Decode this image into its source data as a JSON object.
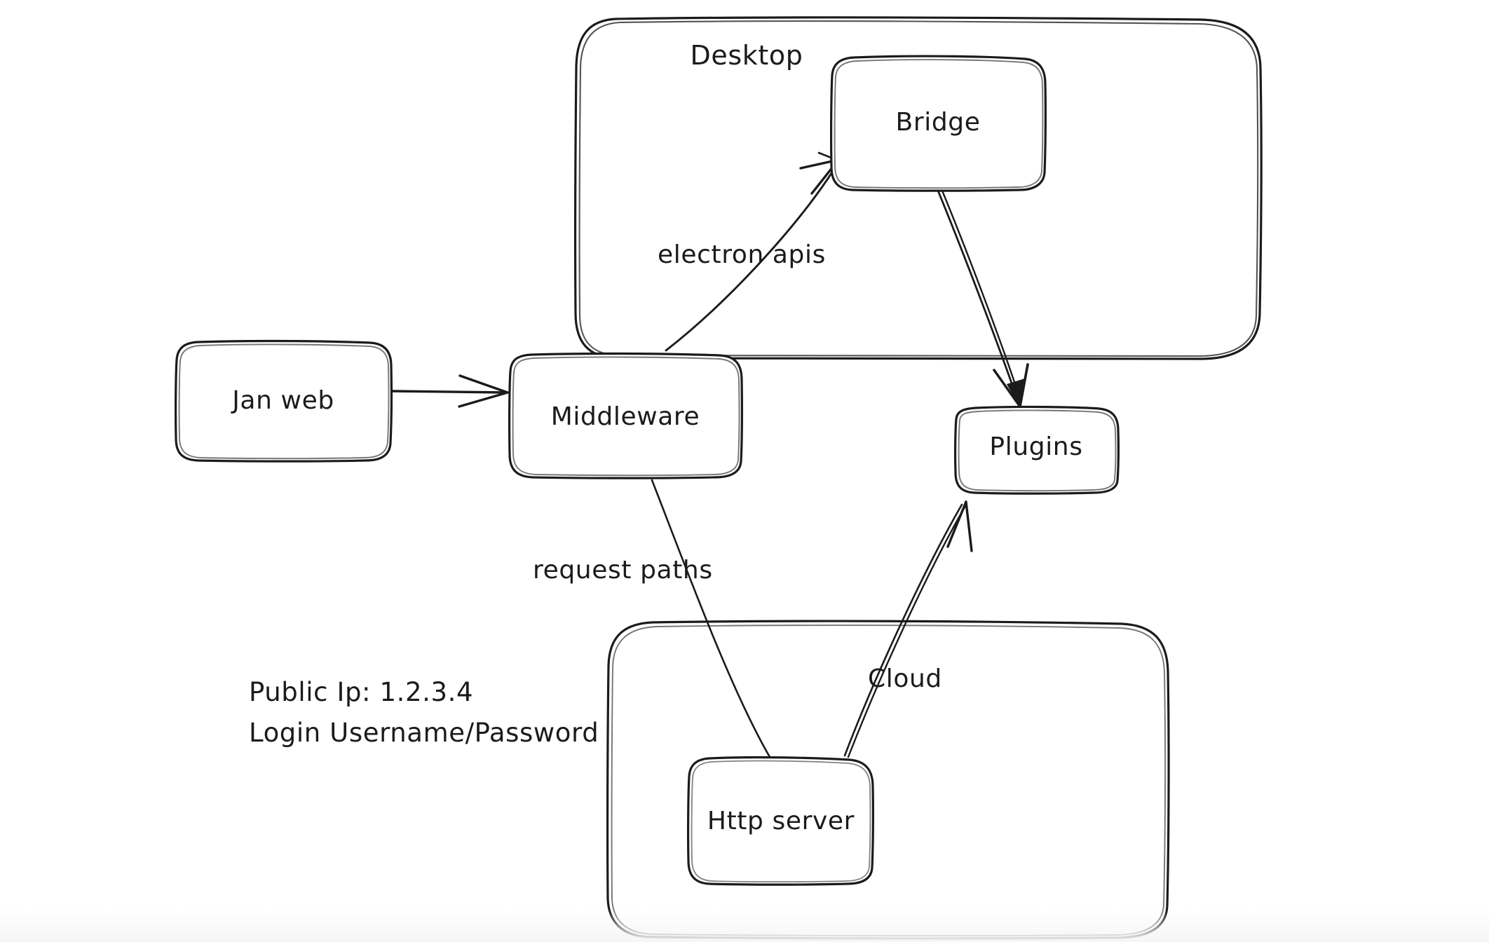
{
  "diagram": {
    "title": "Jan architecture sketch",
    "style": "hand-drawn whiteboard",
    "stroke_color": "#1b1b1b",
    "background_color": "#ffffff",
    "containers": [
      {
        "id": "desktop",
        "label": "Desktop"
      },
      {
        "id": "cloud",
        "label": ""
      }
    ],
    "nodes": [
      {
        "id": "jan-web",
        "label": "Jan web"
      },
      {
        "id": "middleware",
        "label": "Middleware"
      },
      {
        "id": "bridge",
        "label": "Bridge"
      },
      {
        "id": "plugins",
        "label": "Plugins"
      },
      {
        "id": "http-server",
        "label": "Http server"
      }
    ],
    "edges": [
      {
        "id": "janweb-to-middleware",
        "from": "Jan web",
        "to": "Middleware",
        "label": "",
        "arrow": true
      },
      {
        "id": "middleware-to-bridge",
        "from": "Middleware",
        "to": "Bridge",
        "label": "electron apis",
        "arrow": true
      },
      {
        "id": "bridge-to-plugins",
        "from": "Bridge",
        "to": "Plugins",
        "label": "",
        "arrow": true
      },
      {
        "id": "middleware-to-httpserver",
        "from": "Middleware",
        "to": "Http server",
        "label": "request paths",
        "arrow": false
      },
      {
        "id": "httpserver-to-plugins",
        "from": "Http server",
        "to": "Plugins",
        "label": "Cloud",
        "arrow": true
      }
    ],
    "notes": {
      "public_ip_line": "Public Ip: 1.2.3.4",
      "login_line": "Login Username/Password"
    }
  }
}
